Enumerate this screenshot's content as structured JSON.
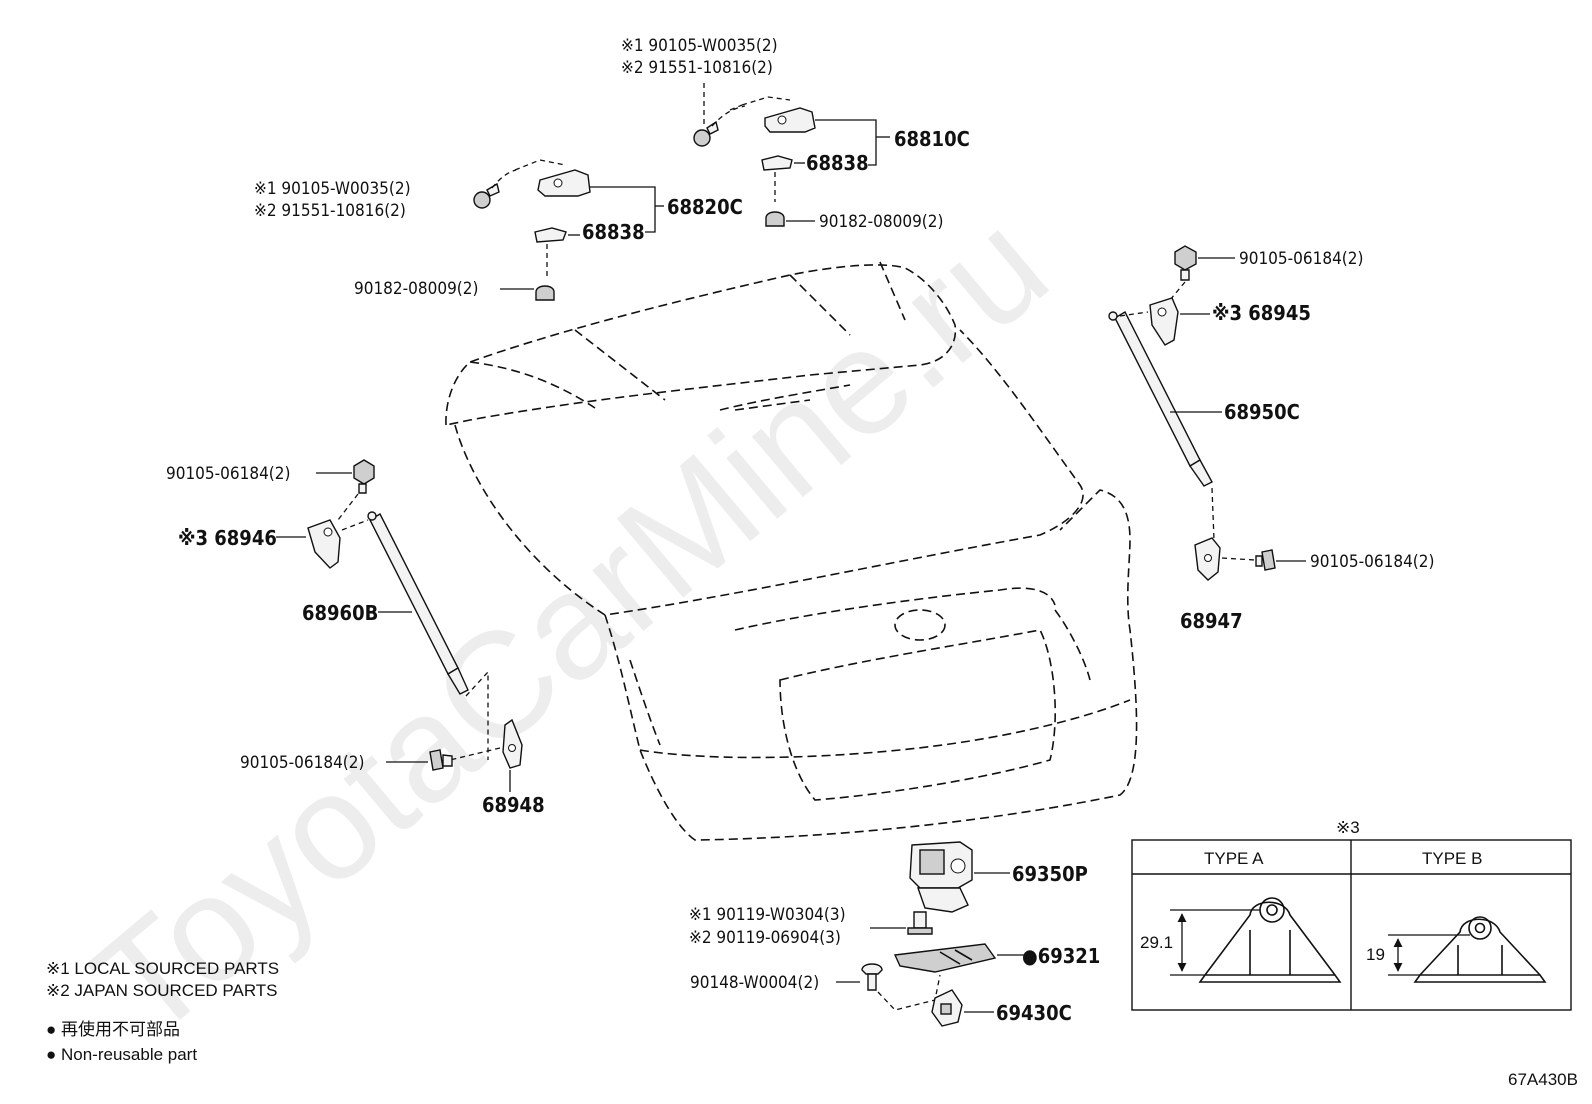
{
  "watermark": "ToyotaCarMine.ru",
  "diagram_code": "67A430B",
  "callouts": {
    "c68810_n1": "※1 90105-W0035(2)",
    "c68810_n2": "※2 91551-10816(2)",
    "c68810c": "68810C",
    "c68838_r": "68838",
    "c90182_r": "90182-08009(2)",
    "c68820_n1": "※1 90105-W0035(2)",
    "c68820_n2": "※2 91551-10816(2)",
    "c68820c": "68820C",
    "c68838_l": "68838",
    "c90182_l": "90182-08009(2)",
    "c90105_rt": "90105-06184(2)",
    "c68945": "※3 68945",
    "c68950c": "68950C",
    "c90105_rb": "90105-06184(2)",
    "c68947": "68947",
    "c90105_lt": "90105-06184(2)",
    "c68946": "※3 68946",
    "c68960b": "68960B",
    "c90105_lb": "90105-06184(2)",
    "c68948": "68948",
    "c69350p": "69350P",
    "c90119_n1": "※1 90119-W0304(3)",
    "c90119_n2": "※2 90119-06904(3)",
    "c69321": "●69321",
    "c90148": "90148-W0004(2)",
    "c69430c": "69430C"
  },
  "legend": {
    "note1": "※1  LOCAL SOURCED PARTS",
    "note2": "※2  JAPAN SOURCED PARTS",
    "nonreusable_jp": "● 再使用不可部品",
    "nonreusable_en": "● Non-reusable part"
  },
  "type_table": {
    "mark": "※3",
    "type_a": "TYPE A",
    "type_b": "TYPE B",
    "dim_a": "29.1",
    "dim_b": "19"
  }
}
